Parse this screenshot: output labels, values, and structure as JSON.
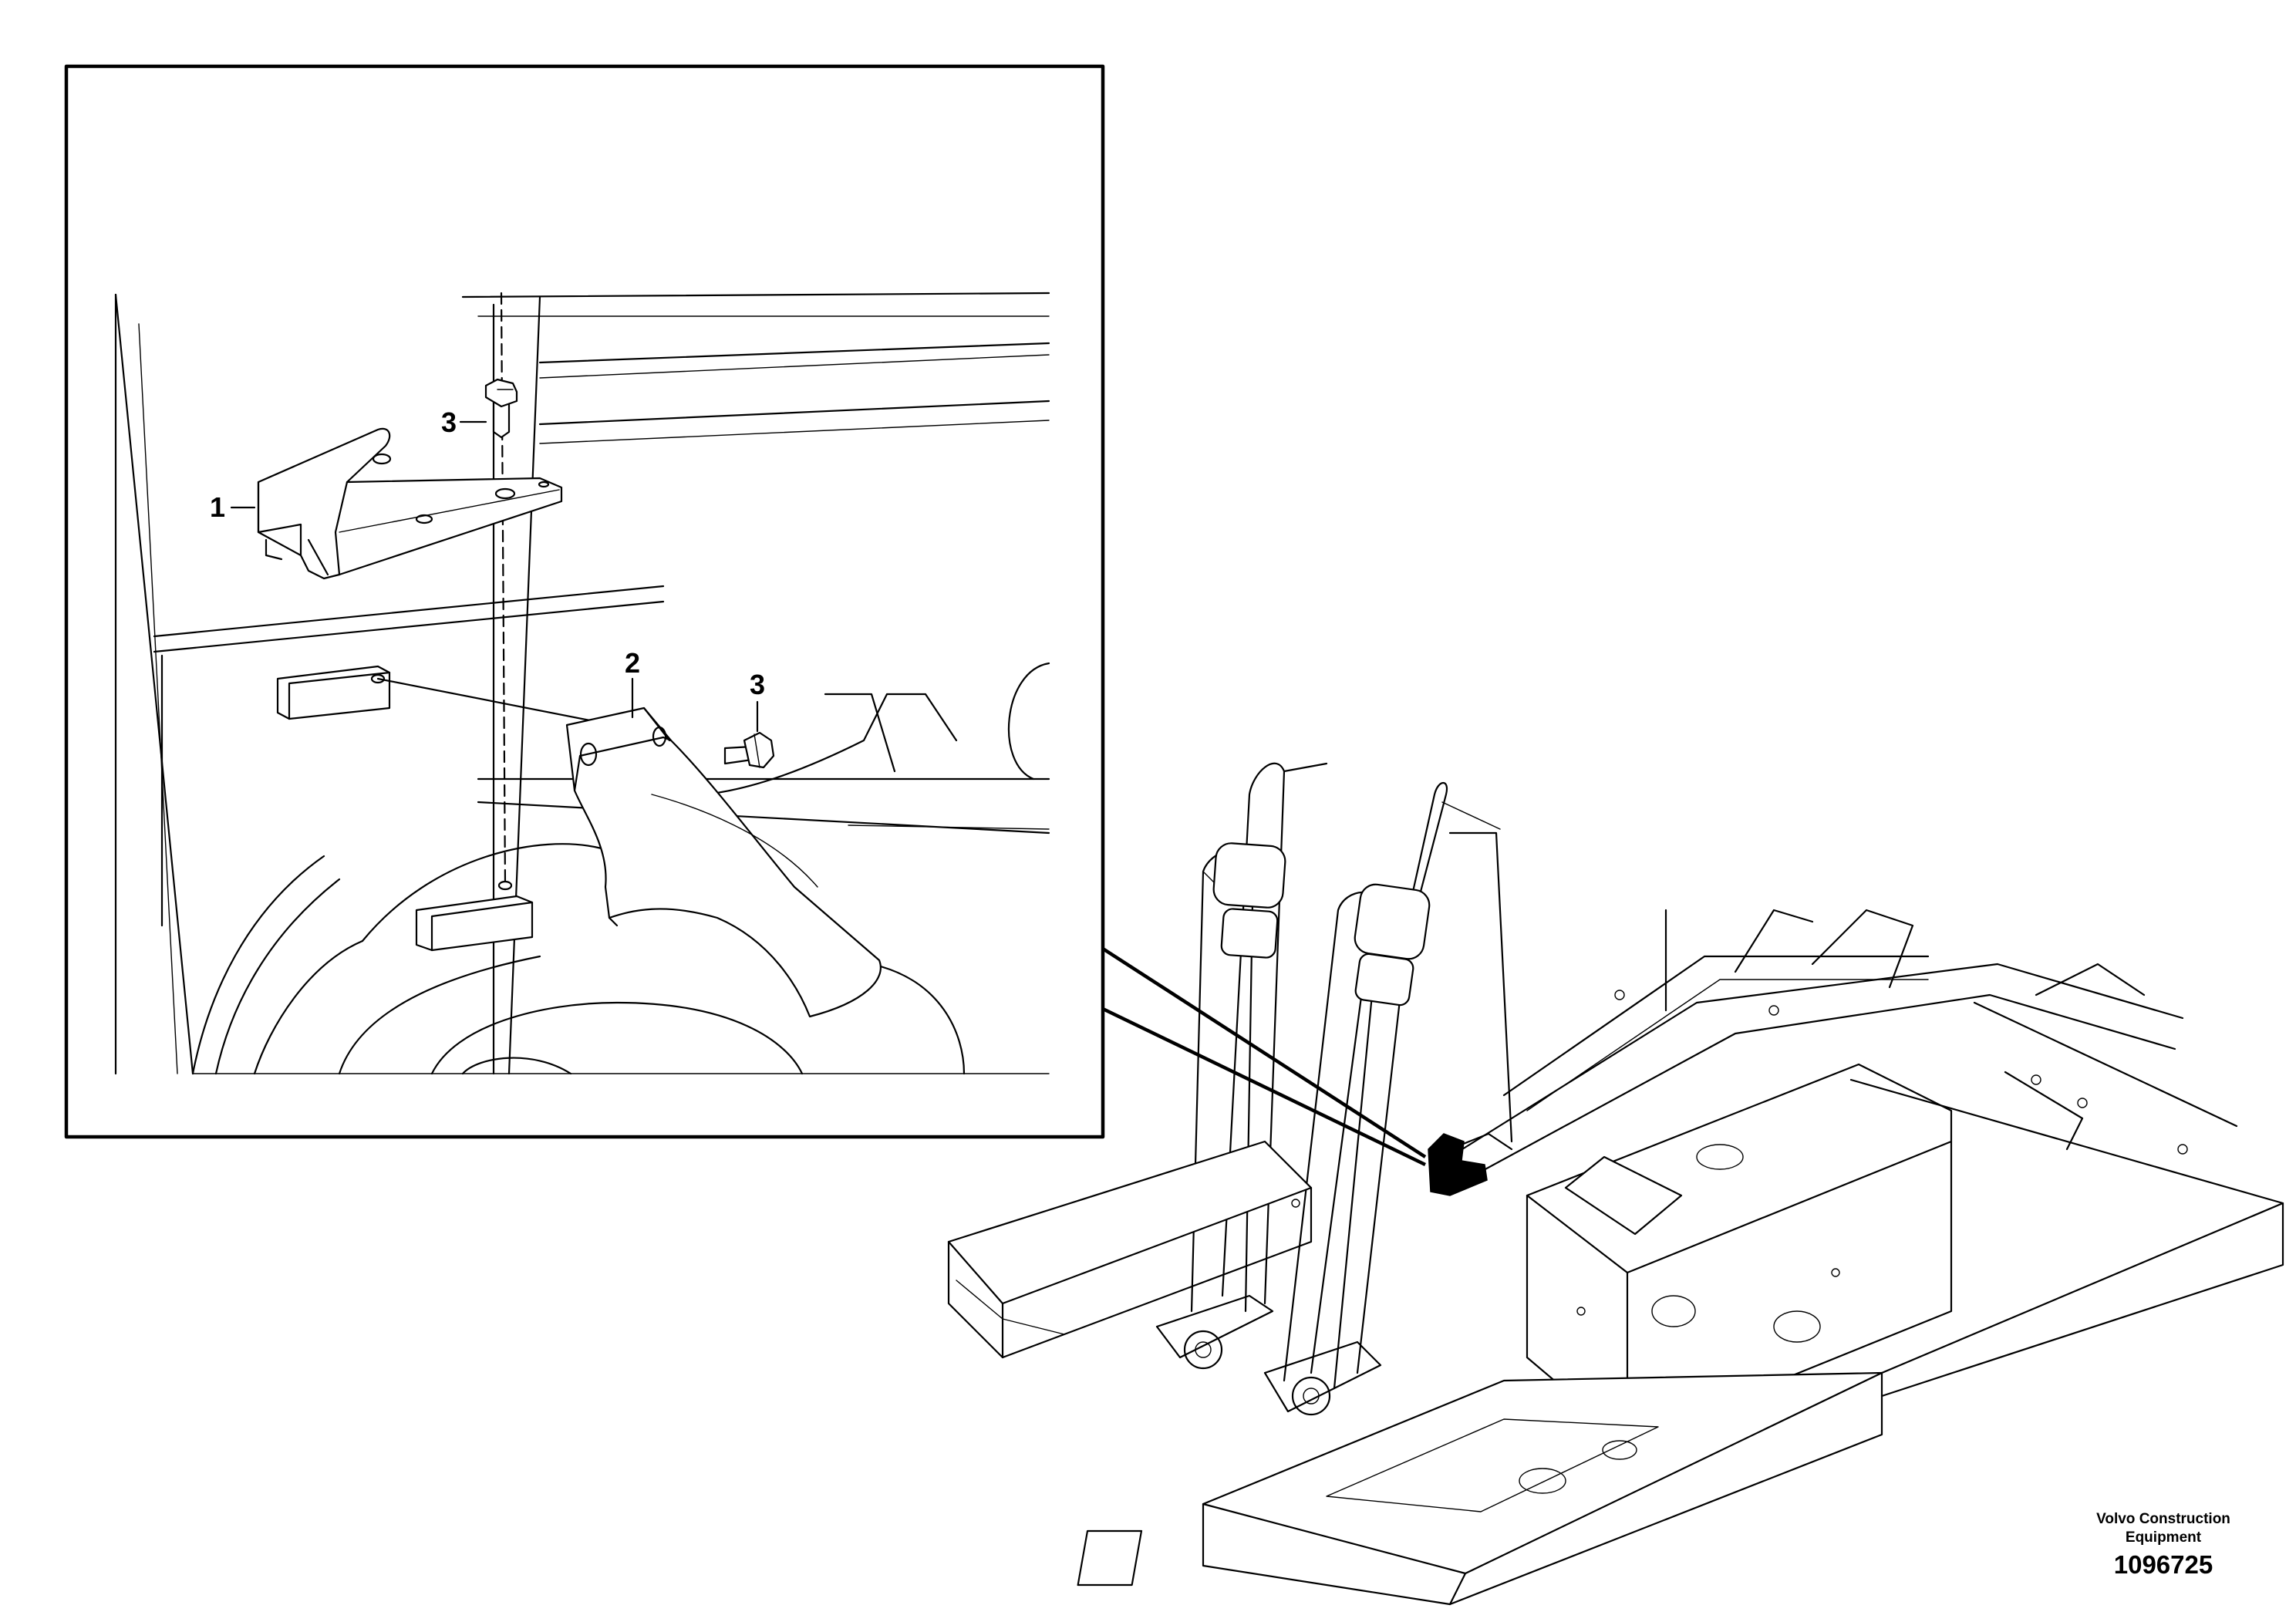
{
  "callouts": {
    "bracket": "1",
    "guard": "2",
    "screw_top": "3",
    "screw_side": "3"
  },
  "footer": {
    "brand_line1": "Volvo Construction",
    "brand_line2": "Equipment",
    "part_number": "1096725"
  }
}
